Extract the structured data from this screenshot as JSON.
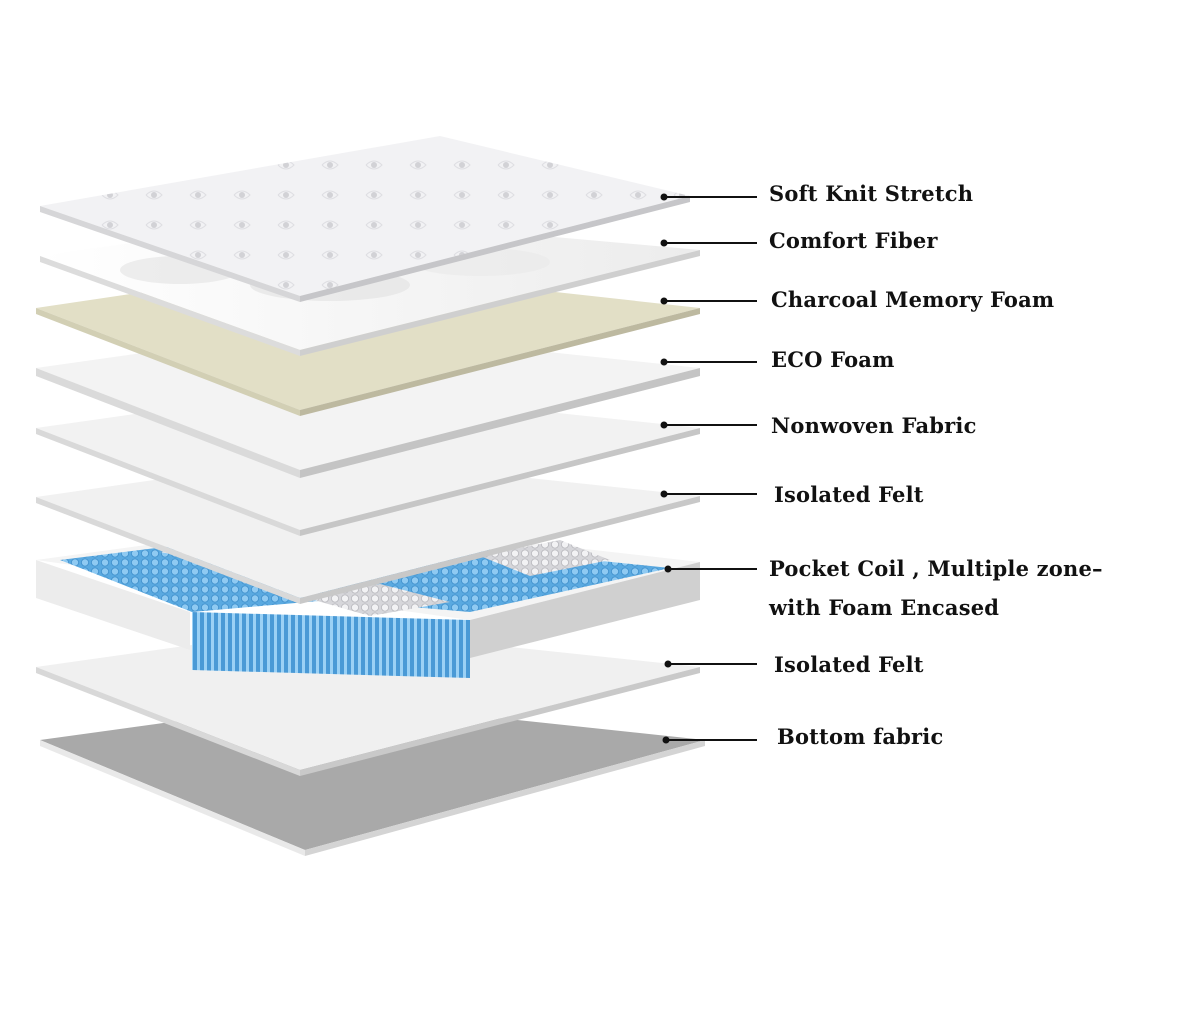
{
  "diagram": {
    "layers": [
      {
        "id": "soft-knit-stretch",
        "label": "Soft Knit Stretch"
      },
      {
        "id": "comfort-fiber",
        "label": "Comfort Fiber"
      },
      {
        "id": "charcoal-memory-foam",
        "label": "Charcoal Memory Foam"
      },
      {
        "id": "eco-foam",
        "label": "ECO Foam"
      },
      {
        "id": "nonwoven-fabric",
        "label": "Nonwoven Fabric"
      },
      {
        "id": "isolated-felt-top",
        "label": "Isolated Felt"
      },
      {
        "id": "pocket-coil",
        "label": "Pocket Coil , Multiple zone–",
        "label_line2": "with Foam Encased"
      },
      {
        "id": "isolated-felt-bottom",
        "label": "Isolated Felt"
      },
      {
        "id": "bottom-fabric",
        "label": "Bottom fabric"
      }
    ],
    "colors": {
      "knit": "#f1f1f3",
      "fiber": "#f8f8f8",
      "charcoal_foam": "#e2dfc6",
      "white_layer": "#f0f0f0",
      "coil_blue": "#6eb8ea",
      "coil_white": "#e4e4e6",
      "bottom": "#a9a9a9",
      "text": "#111111"
    }
  }
}
